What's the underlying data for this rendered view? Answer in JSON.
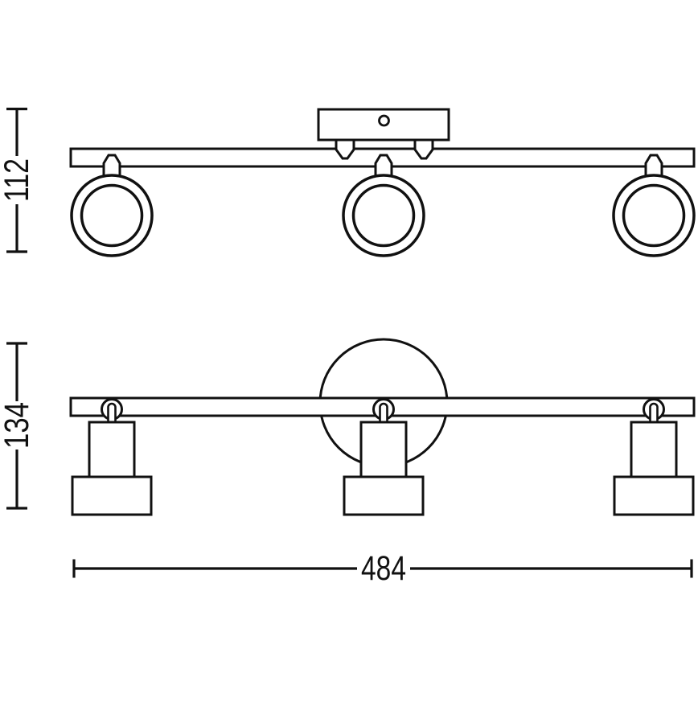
{
  "drawing": {
    "type": "product-dimension-diagram",
    "subject": "3-spot ceiling bar luminaire, front view and side view",
    "line_color": "#111111",
    "background_color": "#ffffff"
  },
  "dimensions": {
    "front_view_height": "112",
    "side_view_height": "134",
    "overall_width": "484"
  }
}
